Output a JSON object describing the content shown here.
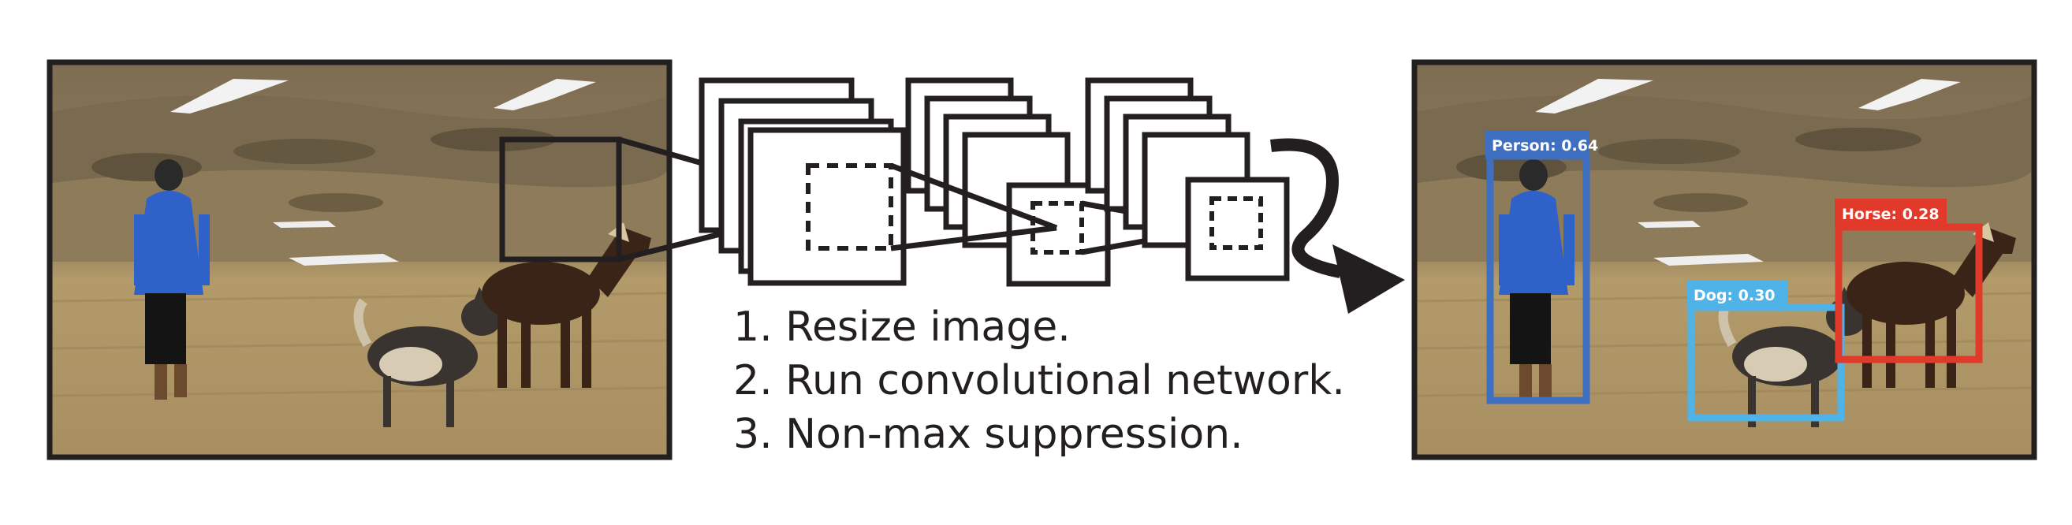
{
  "steps": [
    "1. Resize image.",
    "2. Run convolutional network.",
    "3. Non-max suppression."
  ],
  "detections": [
    {
      "label": "Person: 0.64",
      "object": "person",
      "color": "#3f6fc0"
    },
    {
      "label": "Dog: 0.30",
      "object": "dog",
      "color": "#4fb3e8"
    },
    {
      "label": "Horse: 0.28",
      "object": "horse",
      "color": "#e23a2a"
    }
  ],
  "colors": {
    "line": "#231f20",
    "sky_snow": "#f2f2f2",
    "hillside": "#8c7a5c",
    "field": "#b59a6a",
    "jacket": "#2f62c8",
    "dog_fur": "#3a3430",
    "horse_coat": "#3a2418"
  }
}
